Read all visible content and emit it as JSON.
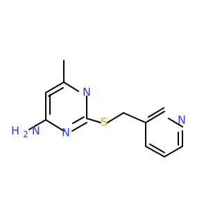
{
  "structure": {
    "atoms": {
      "ring_n_top": "N",
      "ring_n_bottom": "N",
      "amine_h2": "H",
      "amine_h2_sub": "2",
      "amine_n": "N",
      "sulfur": "S",
      "pyridine_n": "N"
    },
    "colors": {
      "bond": "#000000",
      "nitrogen": "#3333ff",
      "sulfur": "#c8a600"
    }
  }
}
